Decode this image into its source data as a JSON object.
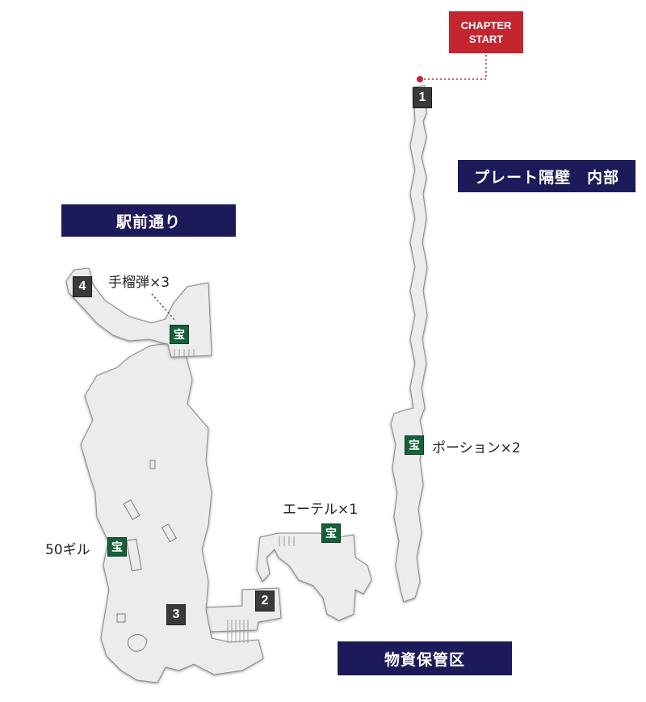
{
  "chapter_start": {
    "line1": "CHAPTER",
    "line2": "START"
  },
  "areas": {
    "plate_interior": "プレート隔壁　内部",
    "station_street": "駅前通り",
    "supply_storage": "物資保管区"
  },
  "markers": [
    "1",
    "2",
    "3",
    "4"
  ],
  "treasure_icon_char": "宝",
  "items": {
    "grenades": "手榴弾×3",
    "potions": "ポーション×2",
    "ether": "エーテル×1",
    "gil": "50ギル"
  },
  "colors": {
    "banner": "#1d1a5a",
    "chapter_badge": "#c4252f",
    "treasure": "#16603a",
    "marker": "#3a3a3a",
    "map_fill": "#ececec",
    "map_stroke": "#8a8a8a"
  }
}
